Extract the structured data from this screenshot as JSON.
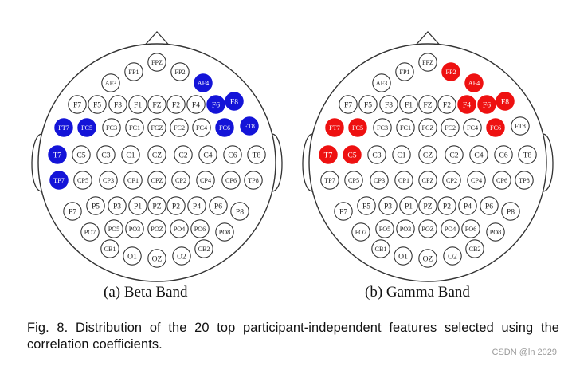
{
  "colors": {
    "beta_highlight": "#1414d8",
    "gamma_highlight": "#ee1111",
    "outline": "#333333"
  },
  "panels": [
    {
      "label": "(a) Beta Band",
      "highlight_color": "#1414d8",
      "highlighted": [
        "AF4",
        "F6",
        "F8",
        "FT7",
        "FC5",
        "FC6",
        "FT8",
        "T7",
        "TP7"
      ]
    },
    {
      "label": "(b) Gamma Band",
      "highlight_color": "#ee1111",
      "highlighted": [
        "FP2",
        "AF4",
        "F4",
        "F6",
        "F8",
        "FT7",
        "FC5",
        "FC6",
        "T7",
        "C5"
      ]
    }
  ],
  "rows": [
    [
      "FPZ"
    ],
    [
      "FP1",
      "FP2"
    ],
    [
      "AF3",
      "AF4"
    ],
    [
      "F7",
      "F5",
      "F3",
      "F1",
      "FZ",
      "F2",
      "F4",
      "F6",
      "F8"
    ],
    [
      "FT7",
      "FC5",
      "FC3",
      "FC1",
      "FCZ",
      "FC2",
      "FC4",
      "FC6",
      "FT8"
    ],
    [
      "T7",
      "C5",
      "C3",
      "C1",
      "CZ",
      "C2",
      "C4",
      "C6",
      "T8"
    ],
    [
      "TP7",
      "CP5",
      "CP3",
      "CP1",
      "CPZ",
      "CP2",
      "CP4",
      "CP6",
      "TP8"
    ],
    [
      "P7",
      "P5",
      "P3",
      "P1",
      "PZ",
      "P2",
      "P4",
      "P6",
      "P8"
    ],
    [
      "PO7",
      "PO5",
      "PO3",
      "POZ",
      "PO4",
      "PO6",
      "PO8"
    ],
    [
      "CB1",
      "O1",
      "OZ",
      "O2",
      "CB2"
    ]
  ],
  "caption": "Fig. 8. Distribution of the 20 top participant-independent features selected using the correlation coefficients.",
  "watermark": "CSDN @ln 2029"
}
